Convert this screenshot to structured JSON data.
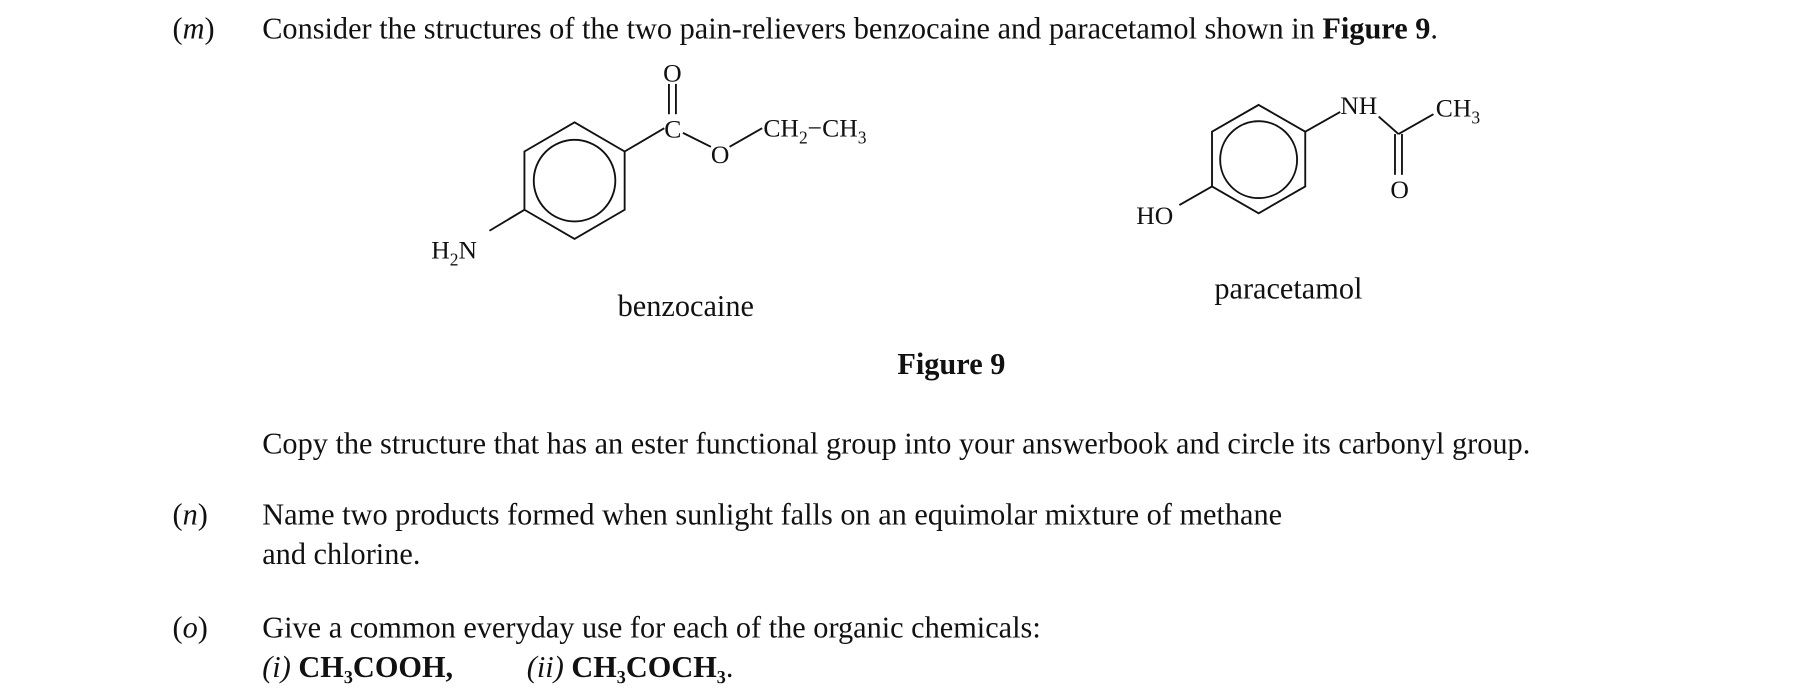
{
  "questions": [
    {
      "label_open": "(",
      "label_letter": "m",
      "label_close": ")",
      "text_before": "Consider the structures of the two pain-relievers benzocaine and paracetamol shown in ",
      "text_bold": "Figure 9",
      "text_after": "."
    },
    {
      "label_open": "(",
      "label_letter": "n",
      "label_close": ")",
      "line1": "Name two products formed when sunlight falls on an equimolar mixture of methane",
      "line2": "and chlorine."
    },
    {
      "label_open": "(",
      "label_letter": "o",
      "label_close": ")",
      "line1": "Give a common everyday use for each of the organic chemicals:",
      "item1_label": "(i)",
      "item1_formula": "CH₃COOH,",
      "item2_label": "(ii)",
      "item2_formula": "CH₃COCH₃",
      "item2_end": "."
    }
  ],
  "figure": {
    "caption": "Figure 9",
    "benzocaine": {
      "name": "benzocaine",
      "amine": "H",
      "amine_sub": "2",
      "amine_n": "N",
      "carbonyl_o": "O",
      "carbon": "C",
      "ester_o": "O",
      "chain": "CH",
      "chain_sub1": "2",
      "chain_dash": "−CH",
      "chain_sub2": "3"
    },
    "paracetamol": {
      "name": "paracetamol",
      "hydroxyl": "HO",
      "amide_nh": "NH",
      "methyl": "CH",
      "methyl_sub": "3",
      "carbonyl_o": "O"
    }
  },
  "instruction": "Copy the structure that has an ester functional group into your answerbook and circle its carbonyl group."
}
